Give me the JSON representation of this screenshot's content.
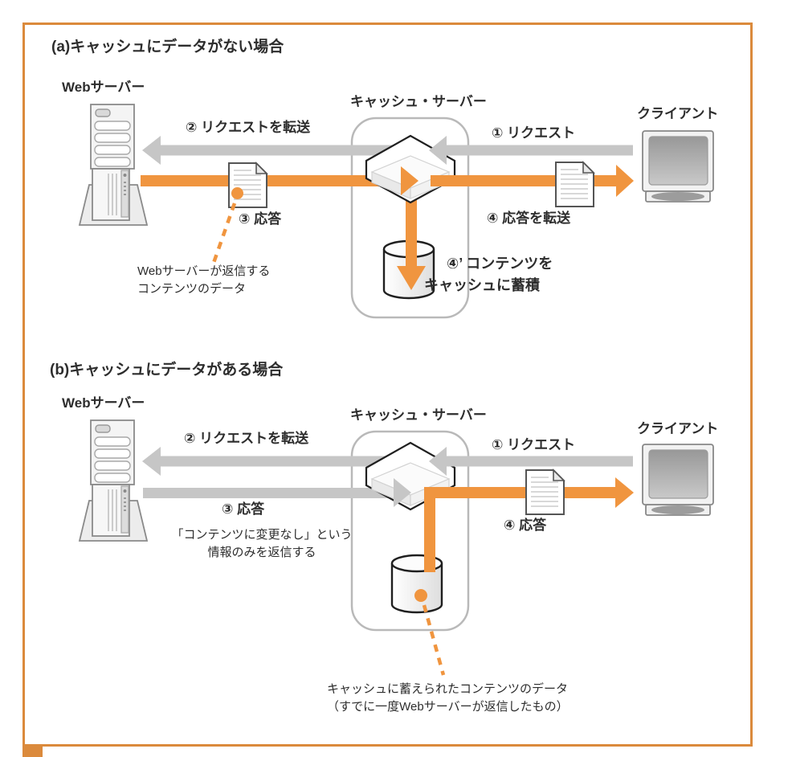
{
  "colors": {
    "accent_orange": "#F0953F",
    "border_orange": "#DB8A3C",
    "arrow_gray": "#C6C6C6",
    "outline_black": "#1f1f1f",
    "box_border_gray": "#b9b9b9",
    "text": "#2d2d2d"
  },
  "icons": {
    "web_server": "tower-server-icon",
    "cache_server_node": "switch-hexagon-icon",
    "client": "crt-monitor-icon",
    "document": "document-page-icon",
    "cache_store": "database-cylinder-icon",
    "callout": "orange-dot-dashed-leader"
  },
  "a": {
    "title": "(a)キャッシュにデータがない場合",
    "web_server": "Webサーバー",
    "cache_server": "キャッシュ・サーバー",
    "client": "クライアント",
    "step1": "① リクエスト",
    "step2": "② リクエストを転送",
    "step3": "③ 応答",
    "step4": "④ 応答を転送",
    "step4_store_line1": "④’ コンテンツを",
    "step4_store_line2": "キャッシュに蓄積",
    "note_line1": "Webサーバーが返信する",
    "note_line2": "コンテンツのデータ"
  },
  "b": {
    "title": "(b)キャッシュにデータがある場合",
    "web_server": "Webサーバー",
    "cache_server": "キャッシュ・サーバー",
    "client": "クライアント",
    "step1": "① リクエスト",
    "step2": "② リクエストを転送",
    "step3": "③ 応答",
    "server_note_line1": "「コンテンツに変更なし」という",
    "server_note_line2": "情報のみを返信する",
    "step4": "④ 応答",
    "cache_note_line1": "キャッシュに蓄えられたコンテンツのデータ",
    "cache_note_line2": "（すでに一度Webサーバーが返信したもの）"
  }
}
